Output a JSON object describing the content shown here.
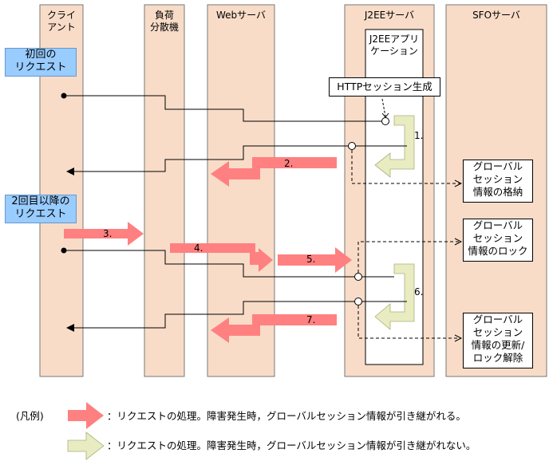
{
  "lanes": {
    "client": "クライ\nアント",
    "lb": "負荷\n分散機",
    "web": "Webサーバ",
    "j2ee": "J2EEサーバ",
    "sfo": "SFOサーバ"
  },
  "app_label": "J2EEアプリ\nケーション",
  "requests": {
    "first": "初回の\nリクエスト",
    "second": "2回目以降の\nリクエスト"
  },
  "session_create": "HTTPセッション生成",
  "sfo_boxes": {
    "store": "グローバル\nセッション\n情報の格納",
    "lock": "グローバル\nセッション\n情報のロック",
    "update": "グローバル\nセッション\n情報の更新/\nロック解除"
  },
  "steps": [
    "1.",
    "2.",
    "3.",
    "4.",
    "5.",
    "6.",
    "7."
  ],
  "legend": {
    "title": "(凡例)",
    "pink": "：リクエストの処理。障害発生時，グローバルセッション情報が引き継がれる。",
    "yellow": "：リクエストの処理。障害発生時，グローバルセッション情報が引き継がれない。"
  },
  "colors": {
    "lane": "#f8dcc8",
    "pink_arrow": "#ff8080",
    "yellow_arrow": "#e8ecc0",
    "request_box": "#99ccff"
  }
}
